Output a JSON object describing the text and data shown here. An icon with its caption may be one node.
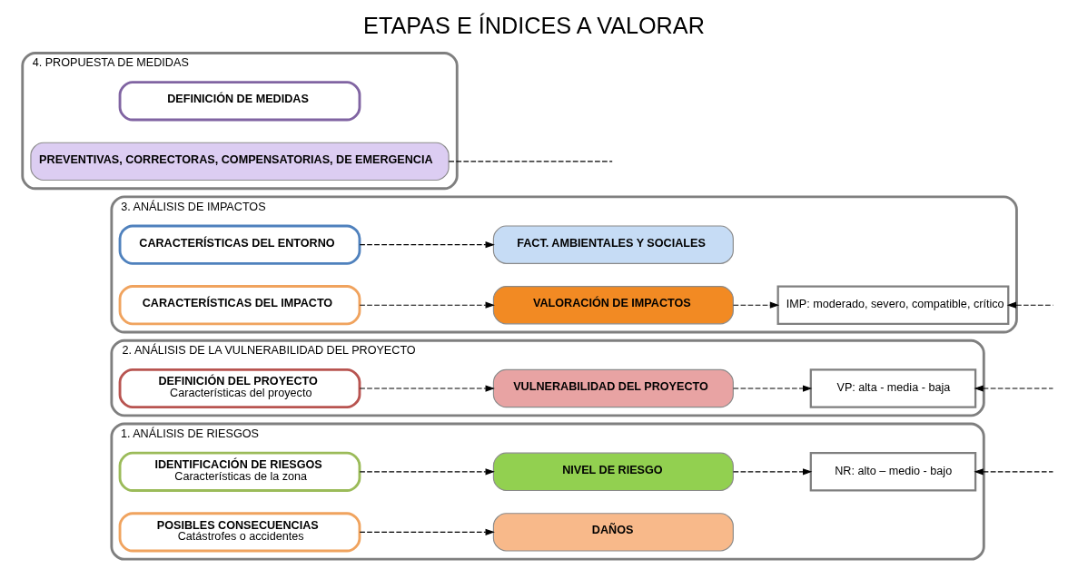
{
  "diagram": {
    "title": "ETAPAS E ÍNDICES A VALORAR",
    "nodes": [
      {
        "text": [
          "1. ANÁLISIS DE RIESGOS"
        ]
      },
      {
        "text": [
          "IDENTIFICACIÓN DE RIESGOS",
          "Características de la zona"
        ],
        "in": 0
      },
      {
        "text": [
          "NIVEL DE RIESGO"
        ],
        "in": 0
      },
      {
        "text": [
          "NR: alto – medio - bajo"
        ],
        "in": 0
      },
      {
        "text": [
          "POSIBLES CONSECUENCIAS",
          "Catástrofes o accidentes"
        ],
        "in": 0
      },
      {
        "text": [
          "DAÑOS"
        ],
        "in": 0
      },
      {
        "text": [
          "2. ANÁLISIS DE LA VULNERABILIDAD DEL PROYECTO"
        ]
      },
      {
        "text": [
          "DEFINICIÓN DEL PROYECTO",
          "Características del proyecto"
        ],
        "in": 6
      },
      {
        "text": [
          "VULNERABILIDAD DEL PROYECTO"
        ],
        "in": 6
      },
      {
        "text": [
          "VP: alta - media - baja"
        ],
        "in": 6
      },
      {
        "text": [
          "3. ANÁLISIS DE IMPACTOS"
        ]
      },
      {
        "text": [
          "CARACTERÍSTICAS DEL ENTORNO"
        ],
        "in": 10
      },
      {
        "text": [
          "FACT. AMBIENTALES Y SOCIALES"
        ],
        "in": 10
      },
      {
        "text": [
          "CARACTERÍSTICAS DEL IMPACTO"
        ],
        "in": 10
      },
      {
        "text": [
          "VALORACIÓN DE IMPACTOS"
        ],
        "in": 10
      },
      {
        "text": [
          "IMP: moderado, severo, compatible, crítico"
        ],
        "in": 10
      },
      {
        "text": [
          "4. PROPUESTA DE MEDIDAS"
        ]
      },
      {
        "text": [
          "DEFINICIÓN DE MEDIDAS"
        ],
        "in": 16
      },
      {
        "text": [
          "PREVENTIVAS, CORRECTORAS, COMPENSATORIAS, DE EMERGENCIA"
        ],
        "in": 16
      }
    ],
    "edges": [
      {
        "from": 1,
        "to": 2,
        "arrow": "to",
        "style": "dashed"
      },
      {
        "from": 2,
        "to": 3,
        "arrow": "to",
        "style": "dashed"
      },
      {
        "from": null,
        "to": 3,
        "arrow": "to",
        "style": "dashed"
      },
      {
        "from": 4,
        "to": 5,
        "arrow": "to",
        "style": "dashed"
      },
      {
        "from": 7,
        "to": 8,
        "arrow": "to",
        "style": "dashed"
      },
      {
        "from": 8,
        "to": 9,
        "arrow": "to",
        "style": "dashed"
      },
      {
        "from": null,
        "to": 9,
        "arrow": "to",
        "style": "dashed"
      },
      {
        "from": 11,
        "to": 12,
        "arrow": "to",
        "style": "dashed"
      },
      {
        "from": 13,
        "to": 14,
        "arrow": "to",
        "style": "dashed"
      },
      {
        "from": 14,
        "to": 15,
        "arrow": "to",
        "style": "dashed"
      },
      {
        "from": null,
        "to": 15,
        "arrow": "to",
        "style": "dashed"
      },
      {
        "from": 18,
        "to": null,
        "arrow": "none",
        "style": "dashed"
      }
    ]
  }
}
